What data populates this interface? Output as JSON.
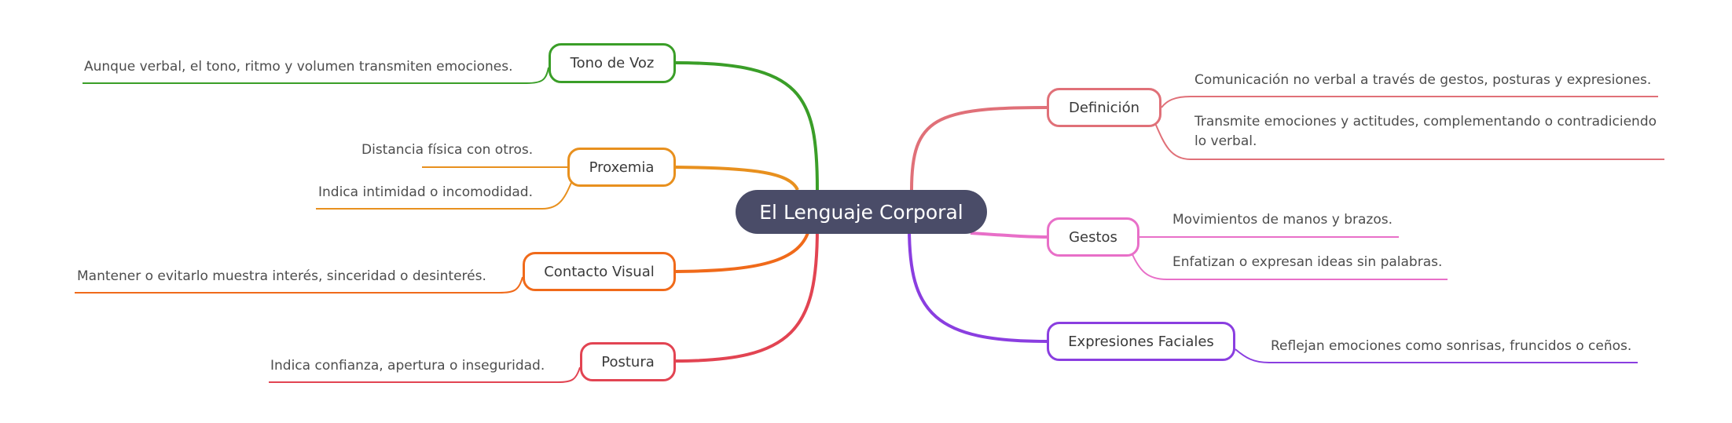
{
  "title": "El Lenguaje Corporal",
  "branches": [
    {
      "label": "Tono de Voz",
      "color": "#3a9e28",
      "children": [
        "Aunque verbal, el tono, ritmo y volumen transmiten emociones."
      ]
    },
    {
      "label": "Proxemia",
      "color": "#e8901e",
      "children": [
        "Distancia física con otros.",
        "Indica intimidad o incomodidad."
      ]
    },
    {
      "label": "Contacto Visual",
      "color": "#f06a1a",
      "children": [
        "Mantener o evitarlo muestra interés, sinceridad o desinterés."
      ]
    },
    {
      "label": "Postura",
      "color": "#e24452",
      "children": [
        "Indica confianza, apertura o inseguridad."
      ]
    },
    {
      "label": "Definición",
      "color": "#e07078",
      "children": [
        "Comunicación no verbal a través de gestos, posturas y expresiones.",
        "Transmite emociones y actitudes, complementando o contradiciendo lo verbal."
      ]
    },
    {
      "label": "Gestos",
      "color": "#e86fc8",
      "children": [
        "Movimientos de manos y brazos.",
        "Enfatizan o expresan ideas sin palabras."
      ]
    },
    {
      "label": "Expresiones Faciales",
      "color": "#8a3ee0",
      "children": [
        "Reflejan emociones como sonrisas, fruncidos o ceños."
      ]
    }
  ]
}
